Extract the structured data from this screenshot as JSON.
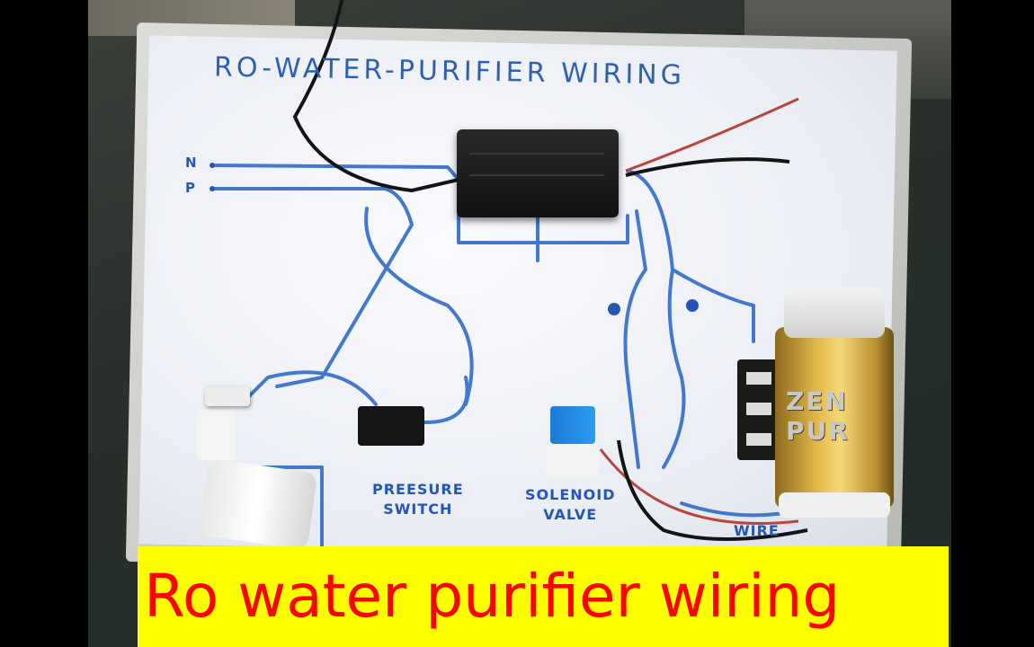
{
  "board": {
    "title": "RO-WATER-PURIFIER WIRING",
    "terminal_n": "N",
    "terminal_p": "P",
    "pressure_switch_label": "PREESURE\nSWITCH",
    "solenoid_label": "SOLENOID\nVALVE",
    "wire_label": "WIRE"
  },
  "pump": {
    "brand": "ZEN PUR"
  },
  "caption": {
    "text": "Ro water purifier wiring",
    "background": "#ffff00",
    "color": "#ff0000"
  },
  "colors": {
    "marker_blue": "#2456b8",
    "whiteboard": "#eef0f6"
  }
}
